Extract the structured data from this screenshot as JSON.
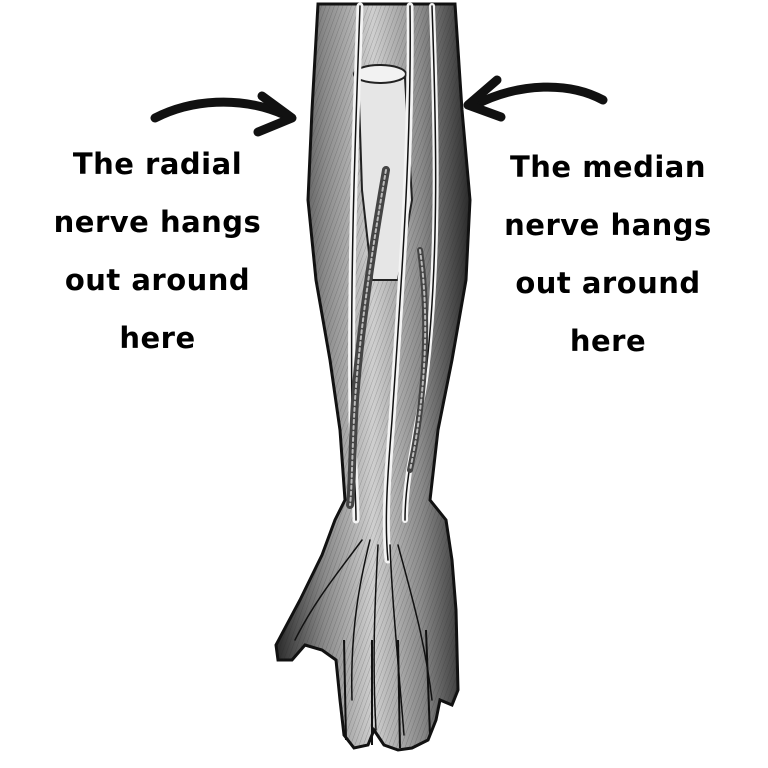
{
  "labels": {
    "radial": [
      "The radial",
      "nerve hangs",
      "out around",
      "here"
    ],
    "median": [
      "The median",
      "nerve hangs",
      "out around",
      "here"
    ]
  },
  "colors": {
    "ink": "#111111",
    "skin": "#d9d9d9",
    "dark": "#3a3a3a",
    "background": "#ffffff"
  },
  "icons": {
    "left_arrow": "curved-arrow-right-icon",
    "right_arrow": "curved-arrow-left-icon"
  }
}
